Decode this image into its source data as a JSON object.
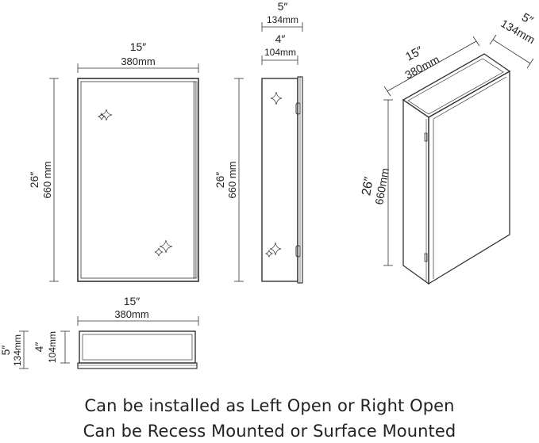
{
  "dimensions": {
    "width_in": "15″",
    "width_mm": "380mm",
    "height_in": "26″",
    "height_mm": "660 mm",
    "height_mm_compact": "660mm",
    "depth_in": "5″",
    "depth_mm": "134mm",
    "inner_depth_in": "4″",
    "inner_depth_mm": "104mm"
  },
  "captions": {
    "line1": "Can be installed as Left Open or Right Open",
    "line2": "Can be Recess Mounted or Surface Mounted"
  },
  "colors": {
    "line": "#333333",
    "text": "#222222",
    "background": "#ffffff"
  }
}
